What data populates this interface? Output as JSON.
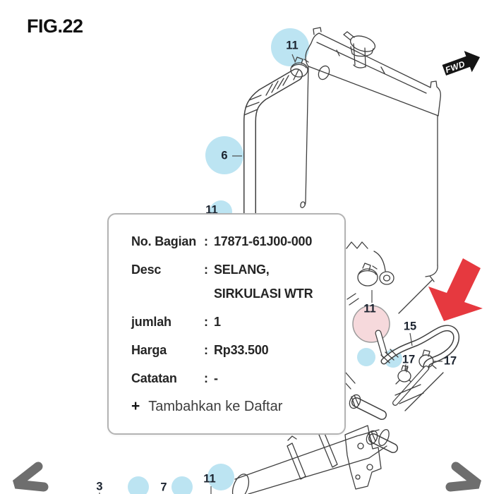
{
  "figure_label": "FIG.22",
  "direction_badge": "FWD",
  "callouts": [
    {
      "part": "11"
    },
    {
      "part": "6"
    },
    {
      "part": "11"
    },
    {
      "part": "11"
    },
    {
      "part": "15"
    },
    {
      "part": "17"
    },
    {
      "part": "17"
    },
    {
      "part": "3"
    },
    {
      "part": "7"
    },
    {
      "part": "11"
    }
  ],
  "part_card": {
    "fields": [
      {
        "label": "No. Bagian",
        "separator": ":",
        "value": "17871-61J00-000"
      },
      {
        "label": "Desc",
        "separator": ":",
        "value": "SELANG,"
      },
      {
        "label": "",
        "separator": "",
        "value": "SIRKULASI WTR"
      },
      {
        "label": "jumlah",
        "separator": ":",
        "value": "1"
      },
      {
        "label": "Harga",
        "separator": ":",
        "value": "Rp33.500"
      },
      {
        "label": "Catatan",
        "separator": ":",
        "value": "-"
      }
    ],
    "add_button": {
      "icon": "+",
      "label": "Tambahkan ke Daftar"
    }
  },
  "icons": {
    "previous": "nav-arrow-left",
    "next": "nav-arrow-right",
    "direction": "fwd-arrow",
    "pointer": "red-arrow-down-left",
    "add": "plus"
  },
  "colors": {
    "highlight_blue": "#bce4f2",
    "highlight_pink": "#f6d9dc",
    "pointer_red": "#e6393f",
    "nav_arrow_gray": "#6e6e6e",
    "line_gray": "#3f3f3f"
  }
}
